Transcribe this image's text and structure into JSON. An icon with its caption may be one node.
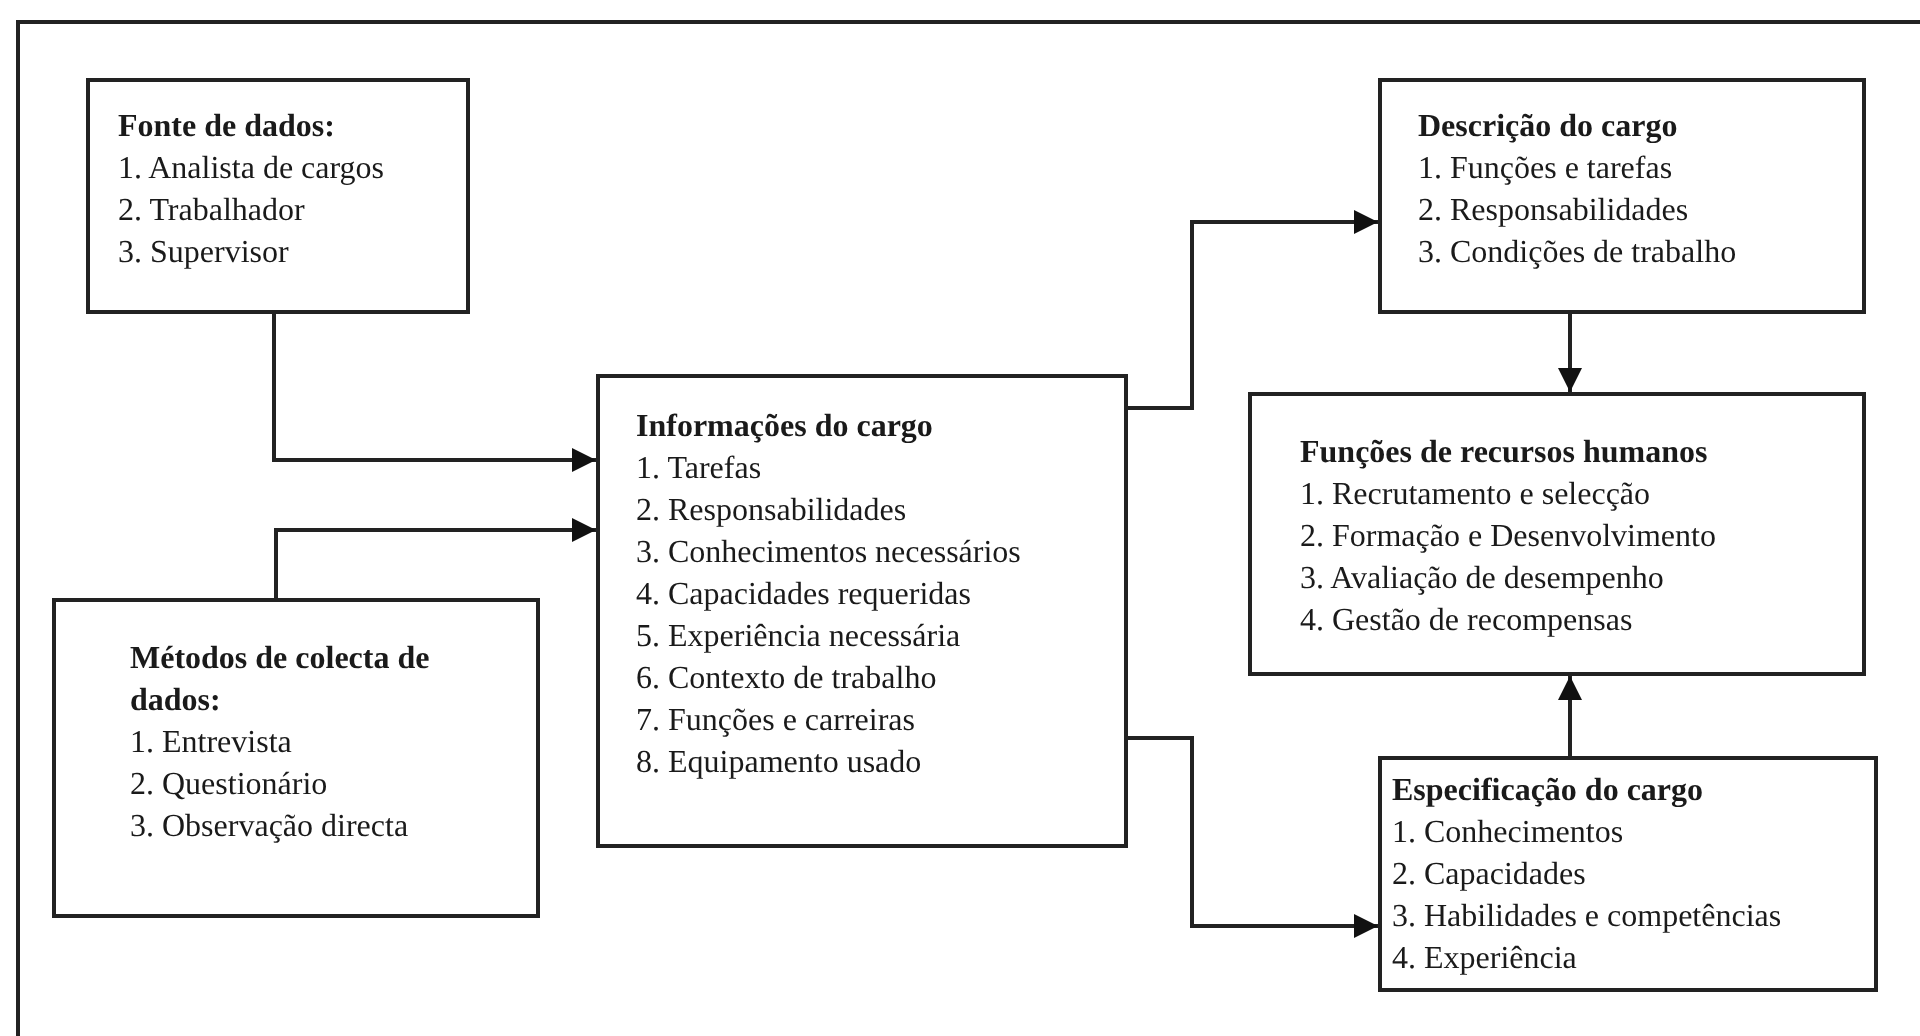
{
  "diagram": {
    "nodes": [
      {
        "text": [
          "Fonte de dados:",
          "1. Analista de cargos",
          "2. Trabalhador",
          "3. Supervisor"
        ]
      },
      {
        "text": [
          "Métodos de colecta de dados:",
          "1. Entrevista",
          "2. Questionário",
          "3. Observação directa"
        ]
      },
      {
        "text": [
          "Informações do cargo",
          "1. Tarefas",
          "2. Responsabilidades",
          "3. Conhecimentos necessários",
          "4. Capacidades requeridas",
          "5. Experiência necessária",
          "6. Contexto de trabalho",
          "7. Funções e carreiras",
          "8. Equipamento usado"
        ]
      },
      {
        "text": [
          "Descrição do cargo",
          "1. Funções e tarefas",
          "2. Responsabilidades",
          "3. Condições de trabalho"
        ]
      },
      {
        "text": [
          "Funções de recursos humanos",
          "1. Recrutamento e selecção",
          "2. Formação e Desenvolvimento",
          "3. Avaliação de desempenho",
          "4. Gestão de recompensas"
        ]
      },
      {
        "text": [
          "Especificação do cargo",
          "1. Conhecimentos",
          "2. Capacidades",
          "3. Habilidades e competências",
          "4. Experiência"
        ]
      }
    ],
    "edges": [
      {
        "from": 0,
        "to": 2,
        "arrow": "to"
      },
      {
        "from": 1,
        "to": 2,
        "arrow": "to"
      },
      {
        "from": 2,
        "to": 3,
        "arrow": "to"
      },
      {
        "from": 2,
        "to": 5,
        "arrow": "to"
      },
      {
        "from": 3,
        "to": 4,
        "arrow": "to"
      },
      {
        "from": 5,
        "to": 4,
        "arrow": "to"
      }
    ]
  }
}
